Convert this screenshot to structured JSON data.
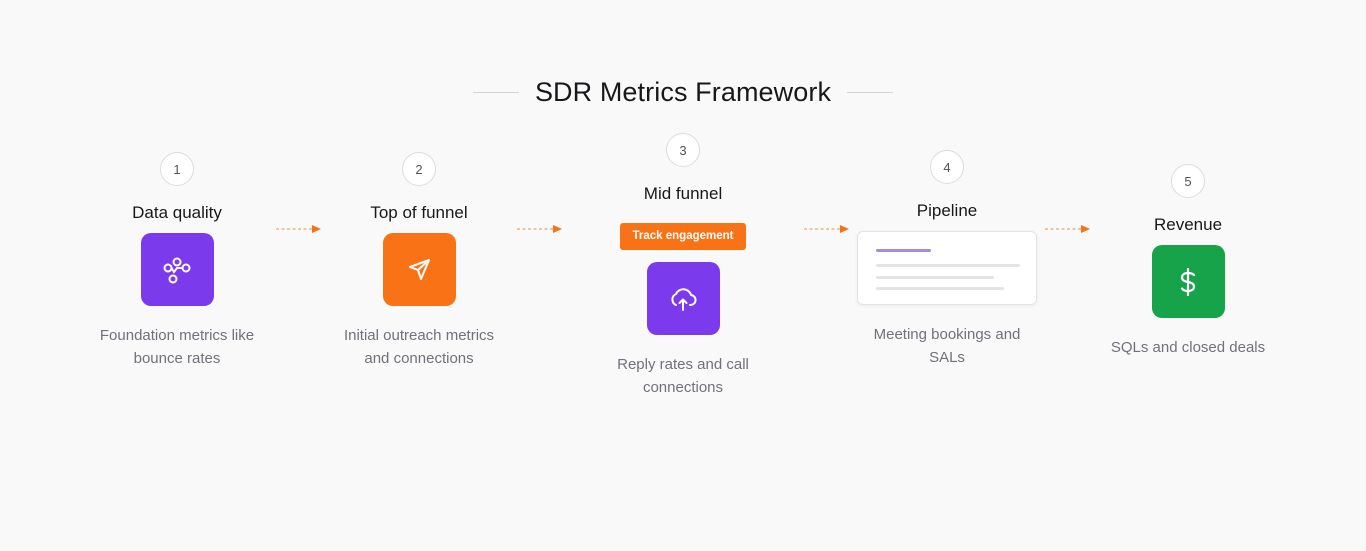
{
  "title": "SDR Metrics Framework",
  "colors": {
    "purple": "#7c3aed",
    "orange": "#f97316",
    "green": "#16a34a",
    "arrow": "#f97316"
  },
  "steps": [
    {
      "number": "1",
      "title": "Data quality",
      "icon": "nodes-icon",
      "tile_color": "purple",
      "description_line1": "Foundation metrics like",
      "description_line2": "bounce rates"
    },
    {
      "number": "2",
      "title": "Top of funnel",
      "icon": "send-icon",
      "tile_color": "orange",
      "description_line1": "Initial outreach metrics",
      "description_line2": "and connections"
    },
    {
      "number": "3",
      "title": "Mid funnel",
      "badge": "Track engagement",
      "icon": "cloud-upload-icon",
      "tile_color": "purple",
      "description_line1": "Reply rates and call",
      "description_line2": "connections"
    },
    {
      "number": "4",
      "title": "Pipeline",
      "icon": "document-card-icon",
      "description_line1": "Meeting bookings and",
      "description_line2": "SALs"
    },
    {
      "number": "5",
      "title": "Revenue",
      "icon": "dollar-icon",
      "tile_color": "green",
      "description_line1": "SQLs and closed deals",
      "description_line2": ""
    }
  ]
}
